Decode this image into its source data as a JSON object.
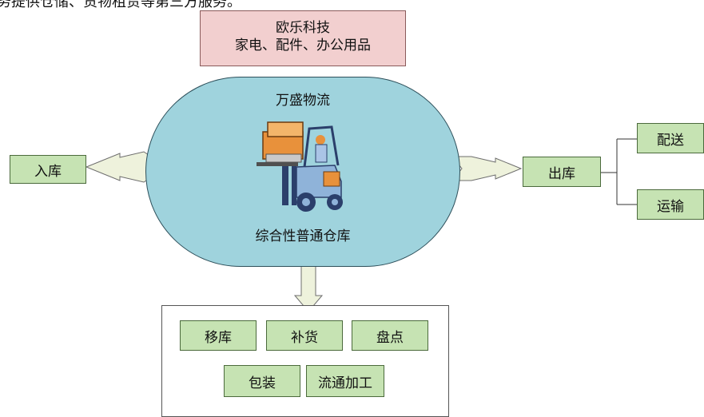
{
  "header_fragment": "的服务提供仓储、货物租赁等第三方服务。",
  "company": {
    "name": "欧乐科技",
    "products": "家电、配件、办公用品"
  },
  "warehouse": {
    "name": "万盛物流",
    "type": "综合性普通仓库"
  },
  "inbound": {
    "label": "入库"
  },
  "outbound": {
    "label": "出库",
    "children": [
      "配送",
      "运输"
    ]
  },
  "operations": [
    "移库",
    "补货",
    "盘点",
    "包装",
    "流通加工"
  ],
  "colors": {
    "company_fill": "#f2cfcf",
    "warehouse_fill": "#9fd3dd",
    "node_fill": "#c6e3b3",
    "arrow_fill": "#eef2dc"
  },
  "icons": {
    "center": "forklift-icon"
  }
}
